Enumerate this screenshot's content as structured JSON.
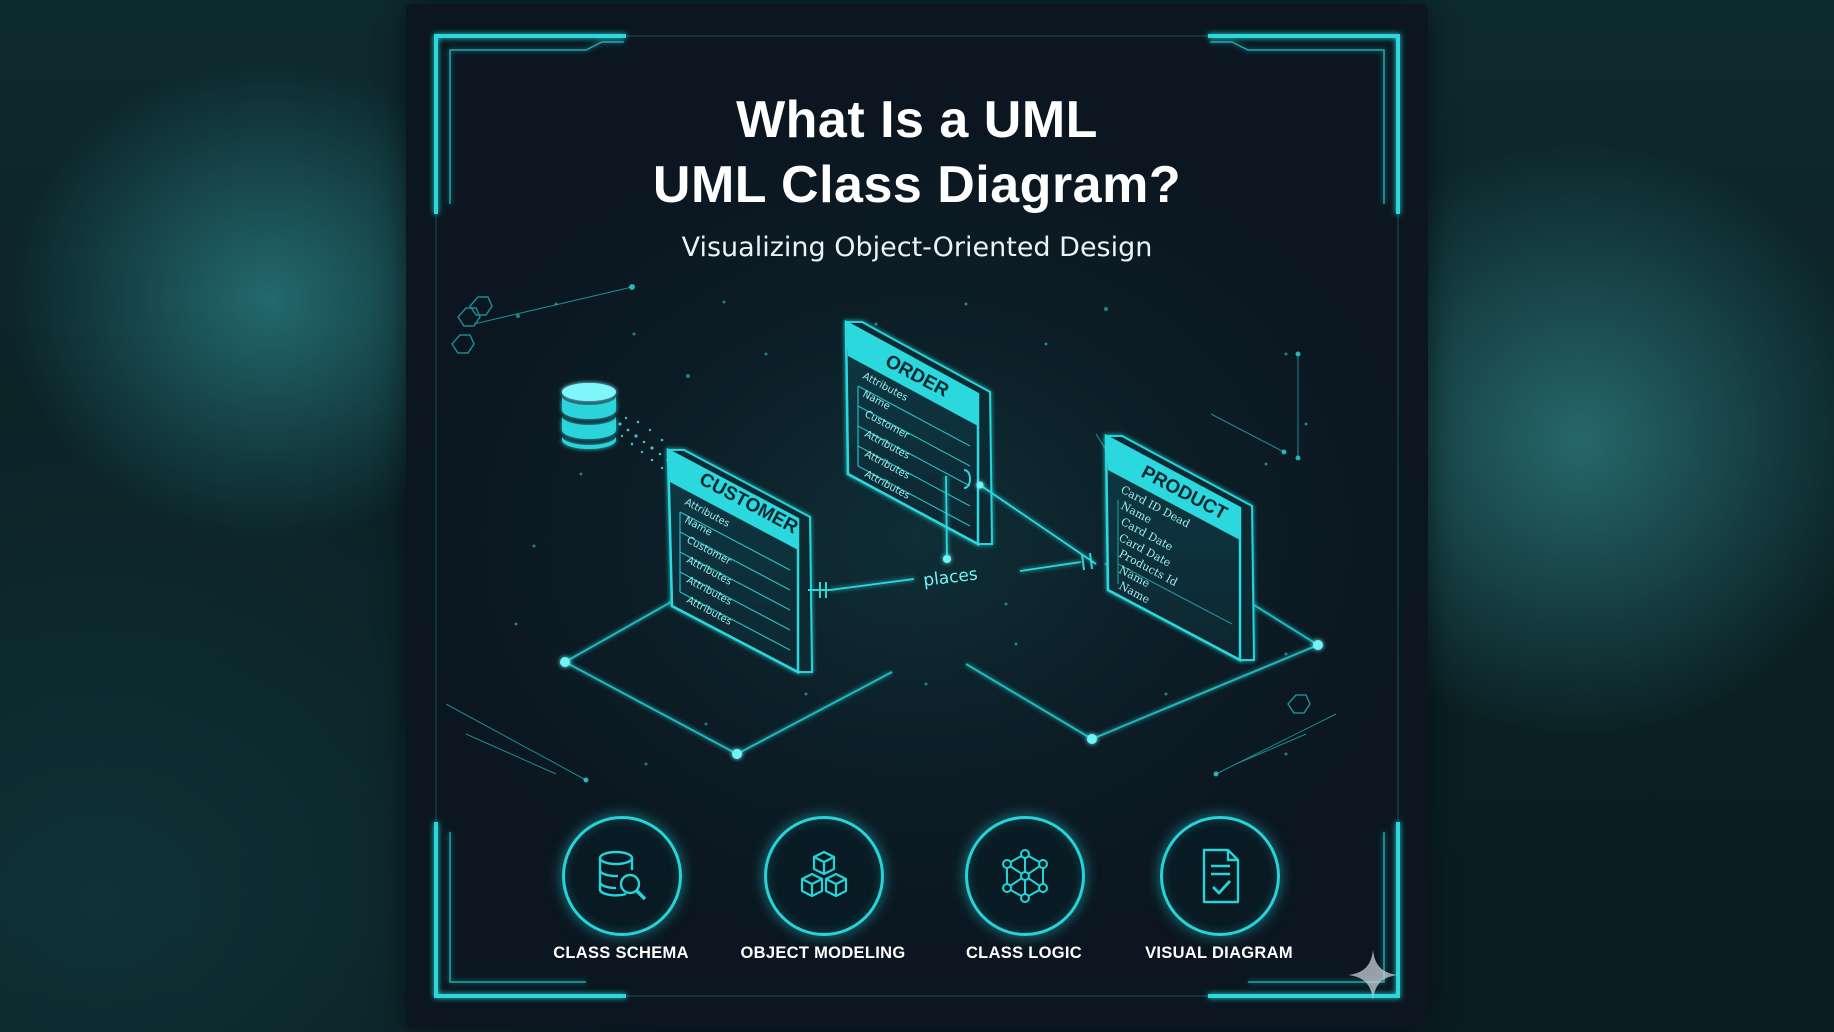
{
  "title_line1": "What Is a UML",
  "title_line2": "UML Class Diagram?",
  "subtitle": "Visualizing Object-Oriented Design",
  "classes": [
    {
      "name": "CUSTOMER",
      "attributes": [
        "Attributes",
        "Name",
        "Customer",
        "Attributes",
        "Attributes",
        "Attributes"
      ]
    },
    {
      "name": "ORDER",
      "attributes": [
        "Attributes",
        "Name",
        "Customer",
        "Attributes",
        "Attributes",
        "Attributes"
      ]
    },
    {
      "name": "PRODUCT",
      "attributes": [
        "Card ID Dead",
        "Name",
        "Card Date",
        "Card Date",
        "Products Id",
        "Name",
        "Name"
      ]
    }
  ],
  "relationship_label": "places",
  "features": [
    {
      "label": "CLASS SCHEMA",
      "icon": "database-search-icon"
    },
    {
      "label": "OBJECT MODELING",
      "icon": "cubes-icon"
    },
    {
      "label": "CLASS LOGIC",
      "icon": "network-nodes-icon"
    },
    {
      "label": "VISUAL DIAGRAM",
      "icon": "document-check-icon"
    }
  ],
  "colors": {
    "accent": "#27d3d9",
    "background": "#0b1620",
    "text": "#ffffff"
  }
}
